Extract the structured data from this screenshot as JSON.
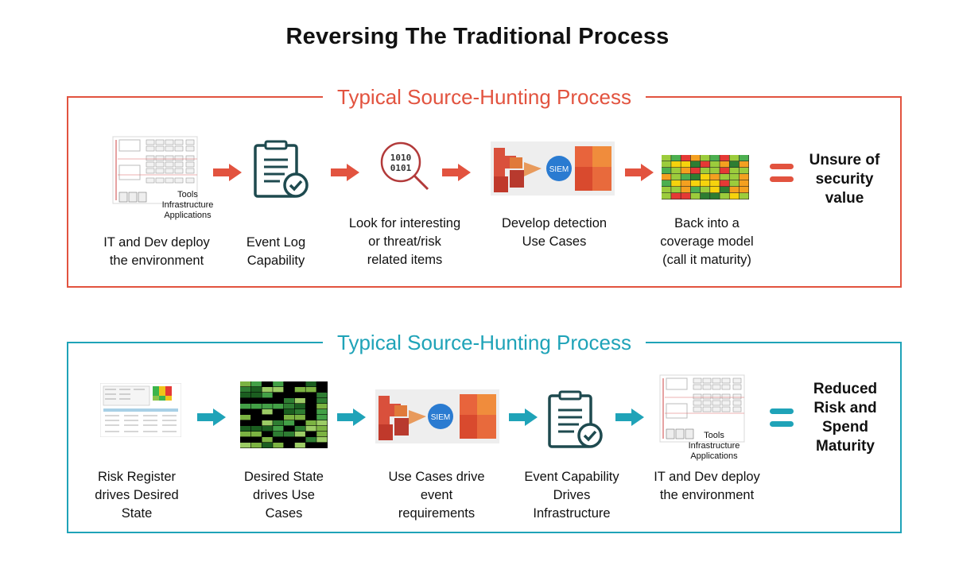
{
  "title": "Reversing The Traditional Process",
  "top": {
    "heading": "Typical Source-Hunting Process",
    "steps": [
      {
        "label_lines": [
          "IT and Dev deploy",
          "the environment"
        ]
      },
      {
        "label_lines": [
          "Event Log",
          "Capability"
        ]
      },
      {
        "label_lines": [
          "Look for interesting",
          "or threat/risk",
          "related items"
        ]
      },
      {
        "label_lines": [
          "Develop detection",
          "Use Cases"
        ]
      },
      {
        "label_lines": [
          "Back into a",
          "coverage model",
          "(call it maturity)"
        ]
      }
    ],
    "result_lines": [
      "Unsure of",
      "security",
      "value"
    ],
    "infra_labels": [
      "Tools",
      "Infrastructure",
      "Applications"
    ],
    "binary": [
      "1010",
      "0101"
    ],
    "siem": "SIEM"
  },
  "bottom": {
    "heading": "Typical Source-Hunting Process",
    "steps": [
      {
        "label_lines": [
          "Risk Register",
          "drives Desired",
          "State"
        ]
      },
      {
        "label_lines": [
          "Desired State",
          "drives Use",
          "Cases"
        ]
      },
      {
        "label_lines": [
          "Use Cases drive",
          "event",
          "requirements"
        ]
      },
      {
        "label_lines": [
          "Event Capability",
          "Drives",
          "Infrastructure"
        ]
      },
      {
        "label_lines": [
          "IT and Dev deploy",
          "the environment"
        ]
      }
    ],
    "result_lines": [
      "Reduced",
      "Risk and",
      "Spend",
      "Maturity"
    ],
    "infra_labels": [
      "Tools",
      "Infrastructure",
      "Applications"
    ],
    "siem": "SIEM"
  },
  "colors": {
    "red": "#e2533f",
    "teal": "#1fa3b8",
    "icon": "#1e4a4f"
  },
  "icons": [
    "infrastructure-icon",
    "clipboard-check-icon",
    "binary-magnifier-icon",
    "siem-puzzle-icon",
    "heatmap-icon",
    "risk-register-icon",
    "equals-icon"
  ]
}
